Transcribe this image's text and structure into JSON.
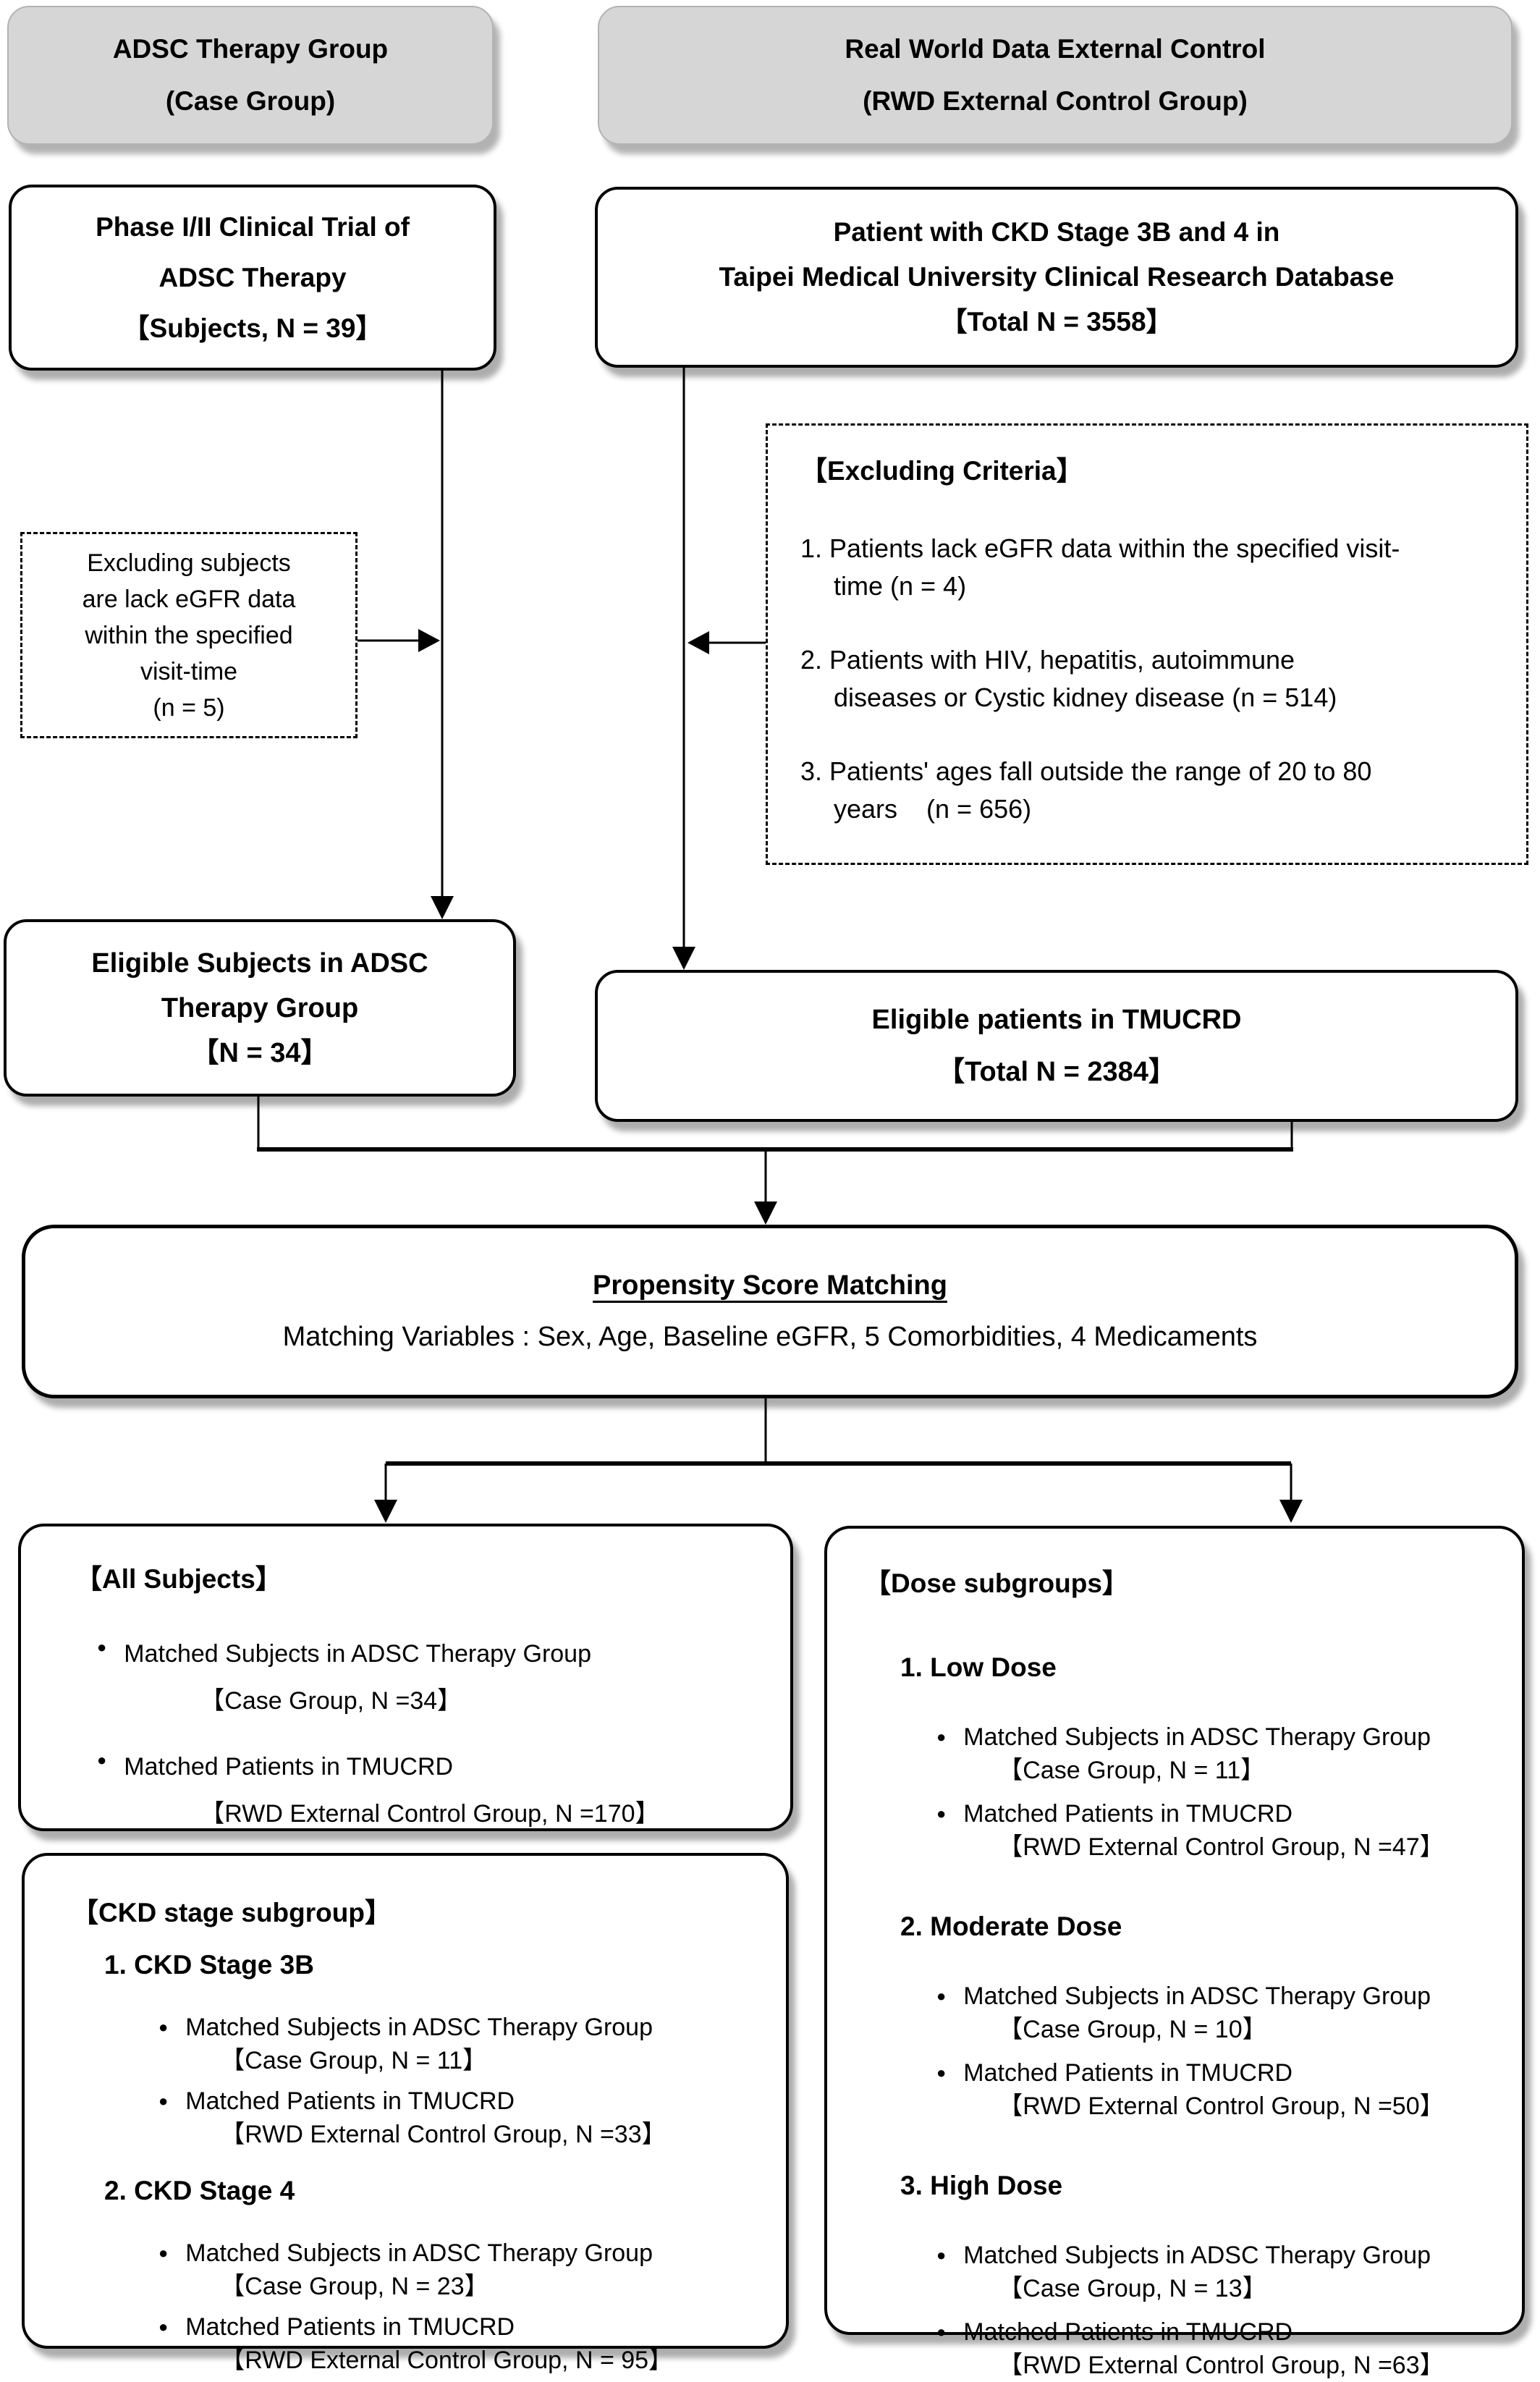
{
  "palette": {
    "node_fill": "#ffffff",
    "header_fill": "#d6d6d6",
    "line_color": "#000000"
  },
  "headers": {
    "case": {
      "line1": "ADSC Therapy Group",
      "line2": "(Case Group)"
    },
    "rwd": {
      "line1": "Real World Data External Control",
      "line2": "(RWD External Control Group)"
    }
  },
  "sources": {
    "trial": {
      "line1": "Phase I/II Clinical Trial of",
      "line2": "ADSC Therapy",
      "line3": "【Subjects, N = 39】"
    },
    "database": {
      "line1": "Patient with CKD Stage 3B and 4 in",
      "line2": "Taipei Medical University Clinical Research Database",
      "line3": "【Total N = 3558】"
    }
  },
  "exclusion_note": {
    "line1": "Excluding subjects",
    "line2": "are lack eGFR data",
    "line3": "within the specified",
    "line4": "visit-time",
    "line5": "(n = 5)"
  },
  "excluding_criteria": {
    "title": "【Excluding Criteria】",
    "items": [
      {
        "line1": "1. Patients lack eGFR data within the specified visit-",
        "line2": "time (n = 4)"
      },
      {
        "line1": "2. Patients with HIV, hepatitis, autoimmune",
        "line2": "diseases or Cystic kidney disease (n = 514)"
      },
      {
        "line1": "3. Patients' ages fall outside the range of 20 to 80",
        "line2": "years    (n = 656)"
      }
    ]
  },
  "eligible_case": {
    "line1": "Eligible Subjects in ADSC",
    "line2": "Therapy Group",
    "line3": "【N = 34】"
  },
  "eligible_rwd": {
    "line1": "Eligible patients in TMUCRD",
    "line2": "【Total N = 2384】"
  },
  "psm": {
    "title": "Propensity Score Matching",
    "subtitle": "Matching Variables : Sex, Age, Baseline eGFR, 5 Comorbidities, 4 Medicaments"
  },
  "all_subjects": {
    "title": "【All Subjects】",
    "bullets": [
      {
        "text": "Matched Subjects in ADSC Therapy Group",
        "note": "【Case Group, N =34】"
      },
      {
        "text": "Matched Patients in TMUCRD",
        "note": "【RWD External Control Group, N =170】"
      }
    ]
  },
  "ckd_subgroup": {
    "title": "【CKD stage subgroup】",
    "sections": [
      {
        "heading": "1. CKD Stage 3B",
        "bullets": [
          {
            "text": "Matched Subjects in ADSC Therapy Group",
            "note": "【Case Group, N = 11】"
          },
          {
            "text": "Matched Patients in TMUCRD",
            "note": "【RWD External Control Group, N =33】"
          }
        ]
      },
      {
        "heading": "2. CKD Stage 4",
        "bullets": [
          {
            "text": "Matched Subjects in ADSC Therapy Group",
            "note": "【Case Group, N = 23】"
          },
          {
            "text": "Matched Patients in TMUCRD",
            "note": "【RWD External Control Group, N = 95】"
          }
        ]
      }
    ]
  },
  "dose_subgroup": {
    "title": "【Dose subgroups】",
    "sections": [
      {
        "heading": "1. Low Dose",
        "bullets": [
          {
            "text": "Matched Subjects in ADSC Therapy Group",
            "note": "【Case Group, N = 11】"
          },
          {
            "text": "Matched Patients in TMUCRD",
            "note": "【RWD External Control Group, N =47】"
          }
        ]
      },
      {
        "heading": "2. Moderate Dose",
        "bullets": [
          {
            "text": "Matched Subjects in ADSC Therapy Group",
            "note": "【Case Group, N = 10】"
          },
          {
            "text": "Matched Patients in TMUCRD",
            "note": "【RWD External Control Group, N =50】"
          }
        ]
      },
      {
        "heading": "3. High Dose",
        "bullets": [
          {
            "text": "Matched Subjects in ADSC Therapy Group",
            "note": "【Case Group, N = 13】"
          },
          {
            "text": "Matched Patients in TMUCRD",
            "note": "【RWD External Control Group, N =63】"
          }
        ]
      }
    ]
  }
}
